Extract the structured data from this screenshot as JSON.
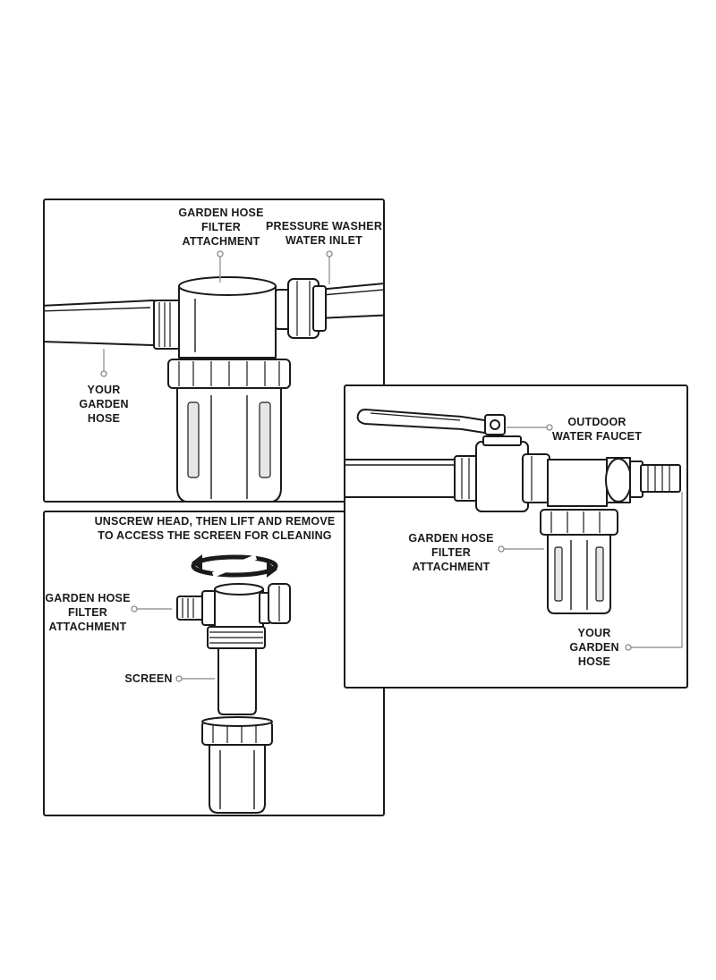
{
  "panel_top": {
    "label_filter": [
      "GARDEN HOSE",
      "FILTER",
      "ATTACHMENT"
    ],
    "label_inlet": [
      "PRESSURE WASHER",
      "WATER INLET"
    ],
    "label_hose": [
      "YOUR",
      "GARDEN",
      "HOSE"
    ]
  },
  "panel_bottom": {
    "instruction": [
      "UNSCREW HEAD, THEN LIFT AND REMOVE",
      "TO ACCESS THE SCREEN FOR CLEANING"
    ],
    "label_filter": [
      "GARDEN HOSE",
      "FILTER",
      "ATTACHMENT"
    ],
    "label_screen": "SCREEN"
  },
  "panel_right": {
    "label_faucet": [
      "OUTDOOR",
      "WATER FAUCET"
    ],
    "label_filter": [
      "GARDEN HOSE",
      "FILTER",
      "ATTACHMENT"
    ],
    "label_hose": [
      "YOUR",
      "GARDEN",
      "HOSE"
    ]
  },
  "icons": [
    "hose-illustration",
    "filter-attachment-illustration",
    "water-faucet-illustration",
    "rotate-arrows-icon",
    "filter-screen-illustration"
  ],
  "colors": {
    "line": "#1a1a1a",
    "leader": "#9a9a9a",
    "background": "#ffffff"
  }
}
